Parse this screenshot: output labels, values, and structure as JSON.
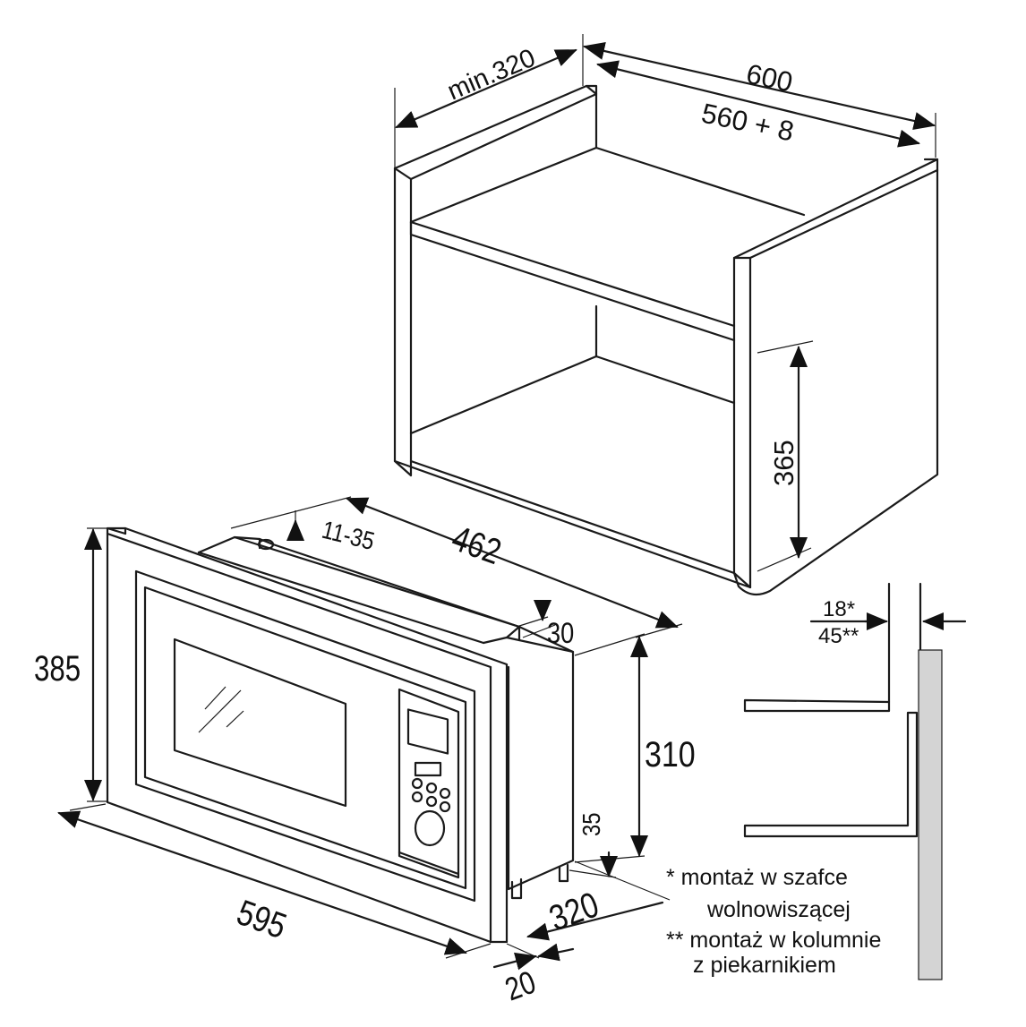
{
  "cabinet": {
    "depth_min": "min.320",
    "width_outer": "600",
    "width_inner": "560 + 8",
    "niche_height": "365"
  },
  "appliance": {
    "height": "385",
    "width": "595",
    "top_range": "11-35",
    "body_depth": "462",
    "top_offset": "30",
    "body_height": "310",
    "foot_height": "35",
    "rear_depth": "320",
    "frame_depth": "20"
  },
  "side_detail": {
    "thickness_a": "18*",
    "thickness_b": "45**"
  },
  "notes": {
    "line1": "*  montaż w szafce",
    "line2": "wolnowiszącej",
    "line3": "** montaż w kolumnie",
    "line4": "z piekarnikiem"
  }
}
